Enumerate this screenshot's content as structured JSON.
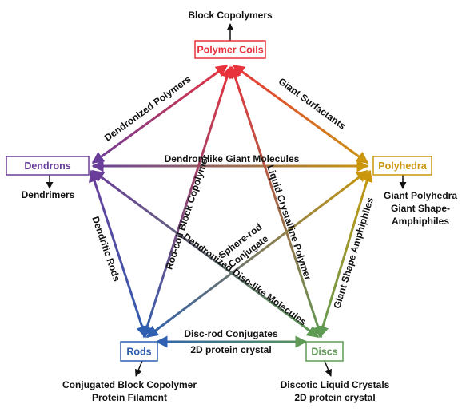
{
  "nodes": {
    "polymer_coils": {
      "label": "Polymer Coils",
      "color": "#e8323c"
    },
    "dendrons": {
      "label": "Dendrons",
      "color": "#6a3d9a"
    },
    "polyhedra": {
      "label": "Polyhedra",
      "color": "#c9960c"
    },
    "rods": {
      "label": "Rods",
      "color": "#2e5fb0"
    },
    "discs": {
      "label": "Discs",
      "color": "#5f9a55"
    }
  },
  "outputs": {
    "polymer_coils": [
      "Block Copolymers"
    ],
    "dendrons": [
      "Dendrimers"
    ],
    "polyhedra": [
      "Giant Polyhedra",
      "Giant Shape-",
      "Amphiphiles"
    ],
    "rods": [
      "Conjugated Block Copolymer",
      "Protein Filament"
    ],
    "discs": [
      "Discotic Liquid Crystals",
      "2D protein crystal"
    ]
  },
  "edges": {
    "dendronized_polymers": "Dendronized Polymers",
    "giant_surfactants": "Giant Surfactants",
    "dendron_like_giant_molecules": "Dendron-like Giant Molecules",
    "dendritic_rods": "Dendritic Rods",
    "rod_coil_block_copolymer": "Rod-coil Block Copolymer",
    "liquid_crystalline_polymer": "Liquid Crystalline Polymer",
    "sphere_rod_conjugate_1": "Sphere-rod",
    "sphere_rod_conjugate_2": "Conjugate",
    "dendronized_disc_like_molecules": "Dendronized Disc-like Molecules",
    "giant_shape_amphiphiles": "Giant Shape Amphiphiles",
    "disc_rod_conjugates": "Disc-rod Conjugates",
    "disc_rod_2d_protein_crystal": "2D protein crystal"
  }
}
